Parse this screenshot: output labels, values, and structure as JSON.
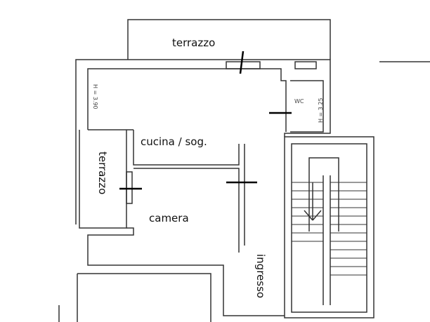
{
  "rooms": {
    "terrazzo_top": "terrazzo",
    "terrazzo_left": "terrazzo",
    "kitchen": "cucina / sog.",
    "bedroom": "camera",
    "entrance": "ingresso",
    "wc": "WC"
  },
  "heights": {
    "kitchen": "H = 3.90",
    "wc": "H = 3.25"
  },
  "colors": {
    "wall": "#333333",
    "door_mark": "#000000"
  }
}
